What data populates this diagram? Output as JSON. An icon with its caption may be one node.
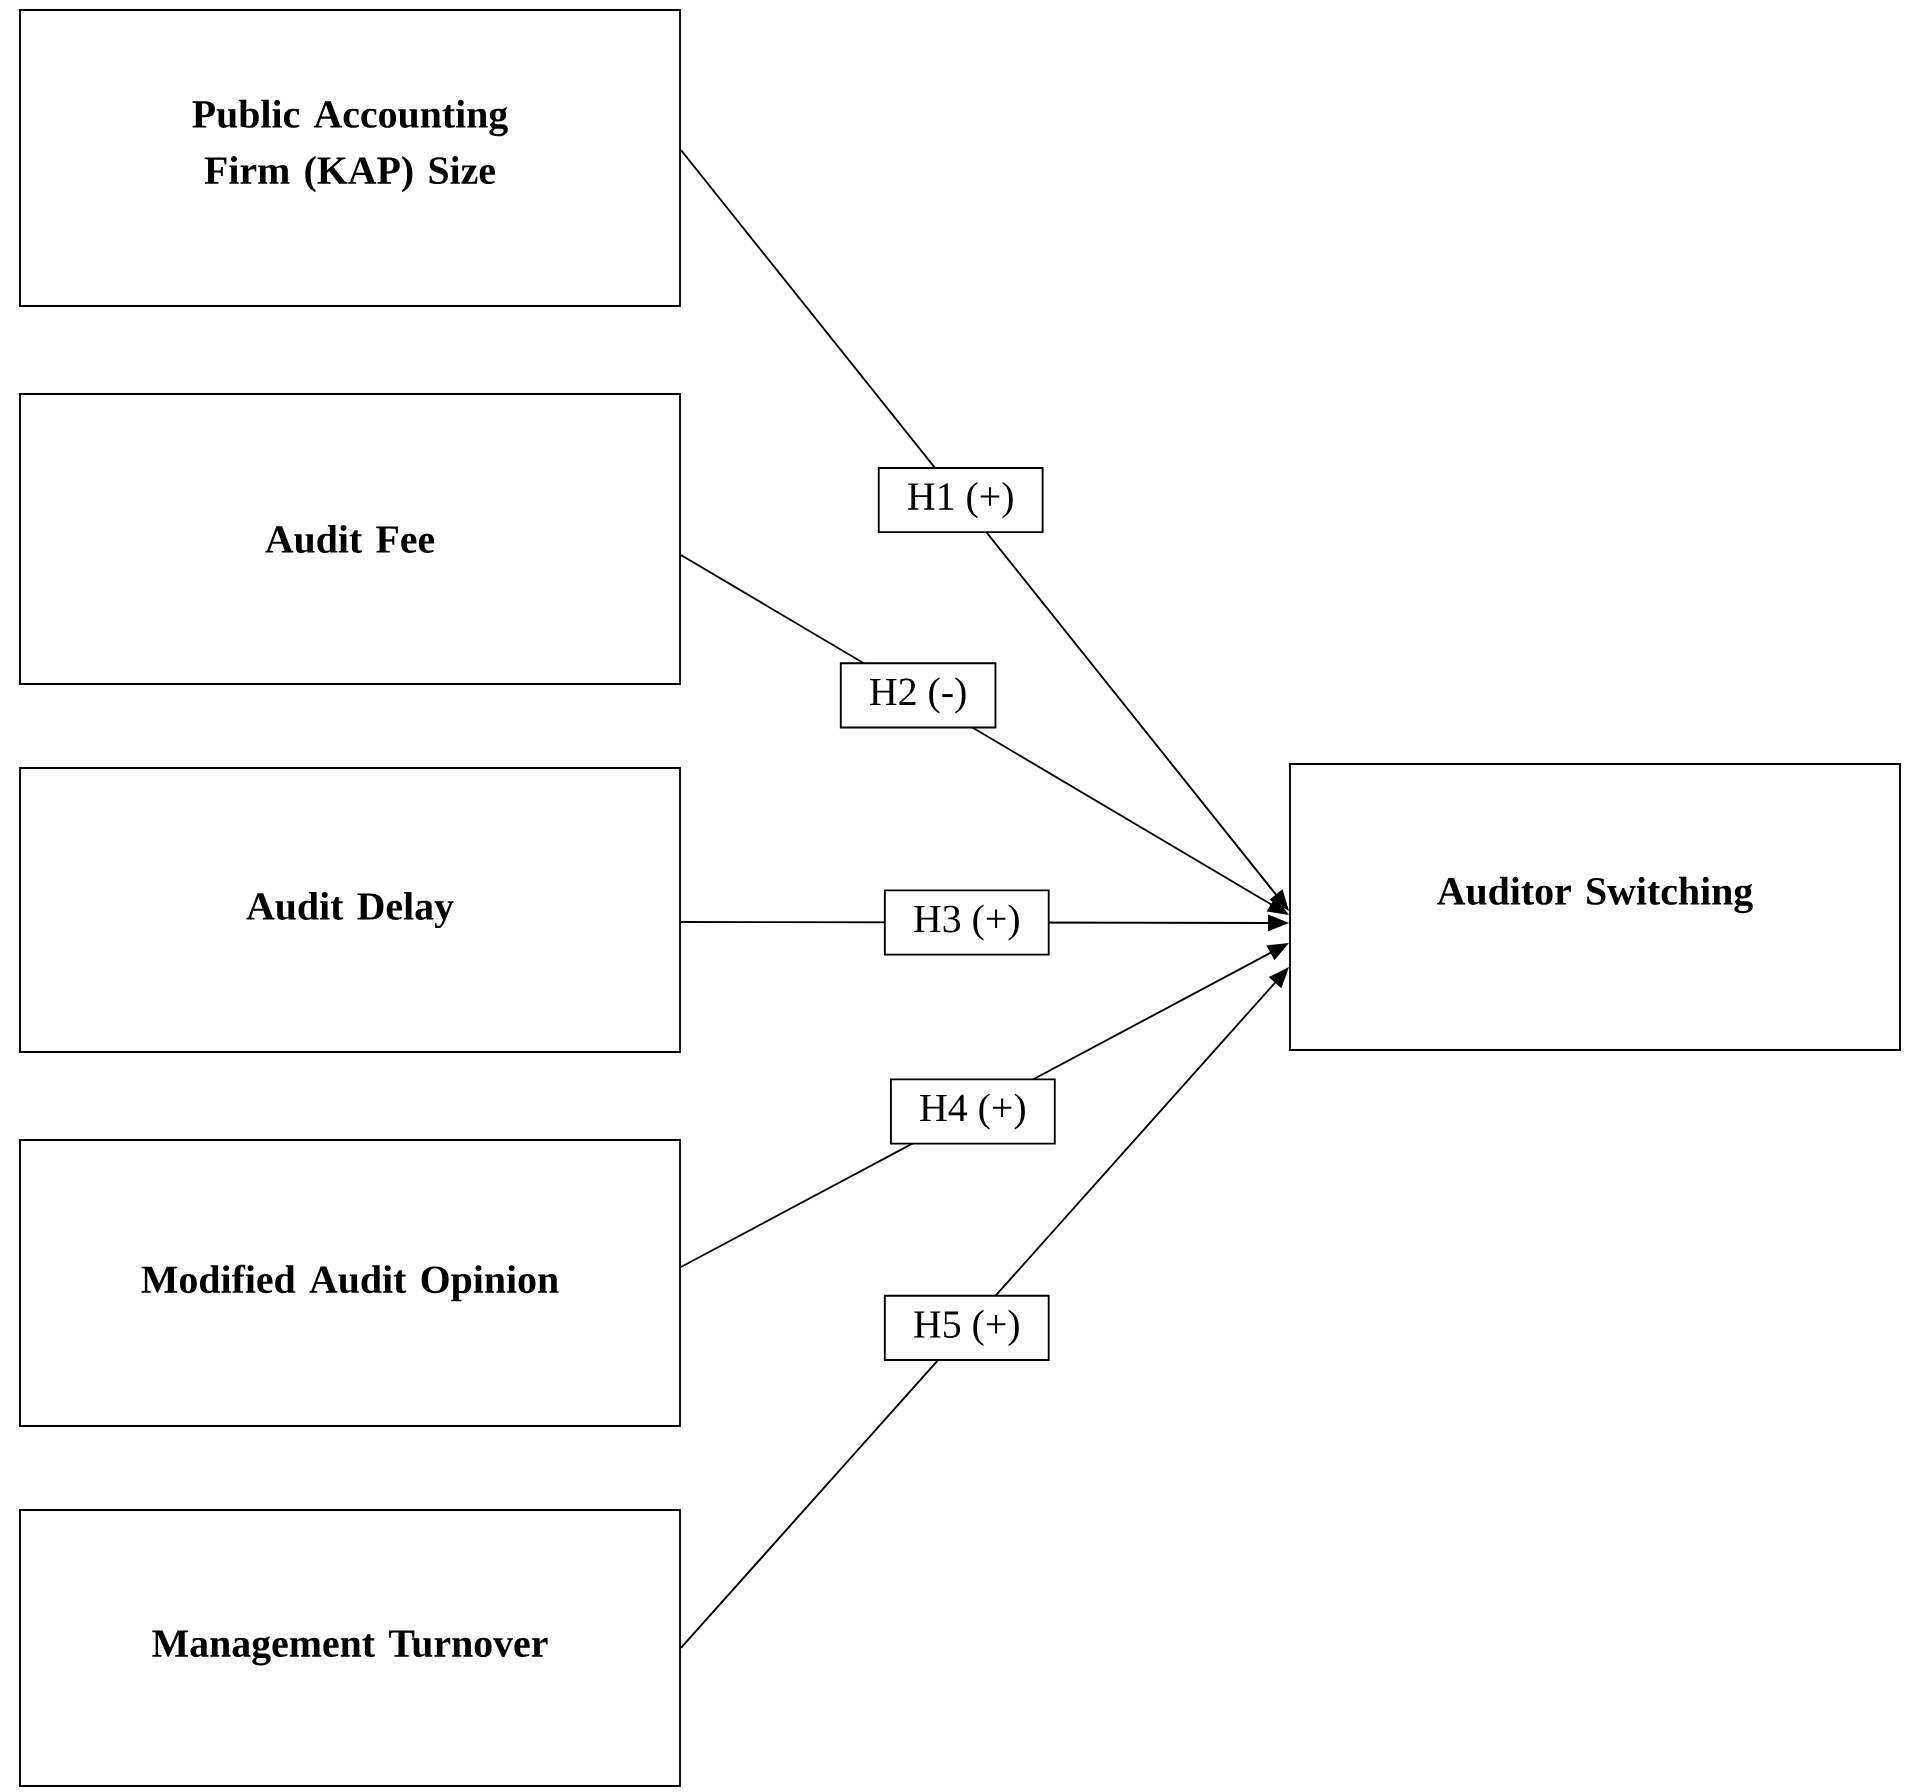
{
  "diagram": {
    "nodes": [
      {
        "text": [
          "Public Accounting Firm (KAP) Size"
        ]
      },
      {
        "text": [
          "Audit Fee"
        ]
      },
      {
        "text": [
          "Audit Delay"
        ]
      },
      {
        "text": [
          "Modified Audit Opinion"
        ]
      },
      {
        "text": [
          "Management Turnover"
        ]
      },
      {
        "text": [
          "Auditor Switching"
        ]
      }
    ],
    "edges": [
      {
        "from": 0,
        "to": 5,
        "arrow": "to",
        "label": "H1 (+)"
      },
      {
        "from": 1,
        "to": 5,
        "arrow": "to",
        "label": "H2 (-)"
      },
      {
        "from": 2,
        "to": 5,
        "arrow": "to",
        "label": "H3 (+)"
      },
      {
        "from": 3,
        "to": 5,
        "arrow": "to",
        "label": "H4 (+)"
      },
      {
        "from": 4,
        "to": 5,
        "arrow": "to",
        "label": "H5 (+)"
      }
    ]
  }
}
